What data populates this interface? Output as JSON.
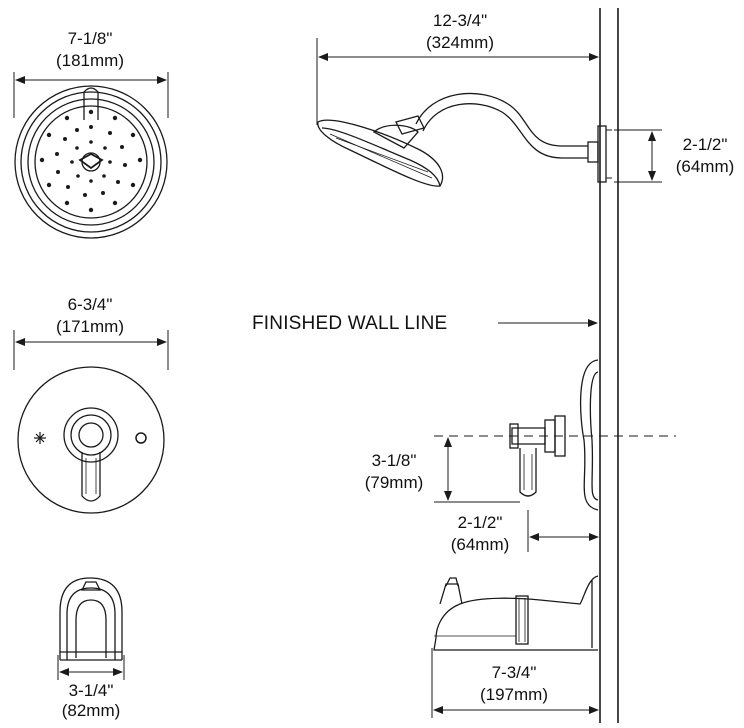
{
  "wall_label": "FINISHED WALL LINE",
  "dimensions": {
    "showerhead_face_width": {
      "imperial": "7-1/8\"",
      "metric": "(181mm)"
    },
    "showerhead_reach": {
      "imperial": "12-3/4\"",
      "metric": "(324mm)"
    },
    "arm_flange_height": {
      "imperial": "2-1/2\"",
      "metric": "(64mm)"
    },
    "trim_plate_width": {
      "imperial": "6-3/4\"",
      "metric": "(171mm)"
    },
    "handle_drop": {
      "imperial": "3-1/8\"",
      "metric": "(79mm)"
    },
    "handle_projection": {
      "imperial": "2-1/2\"",
      "metric": "(64mm)"
    },
    "spout_face_width": {
      "imperial": "3-1/4\"",
      "metric": "(82mm)"
    },
    "spout_reach": {
      "imperial": "7-3/4\"",
      "metric": "(197mm)"
    }
  },
  "colors": {
    "line": "#1a1a1a",
    "background": "#ffffff"
  }
}
